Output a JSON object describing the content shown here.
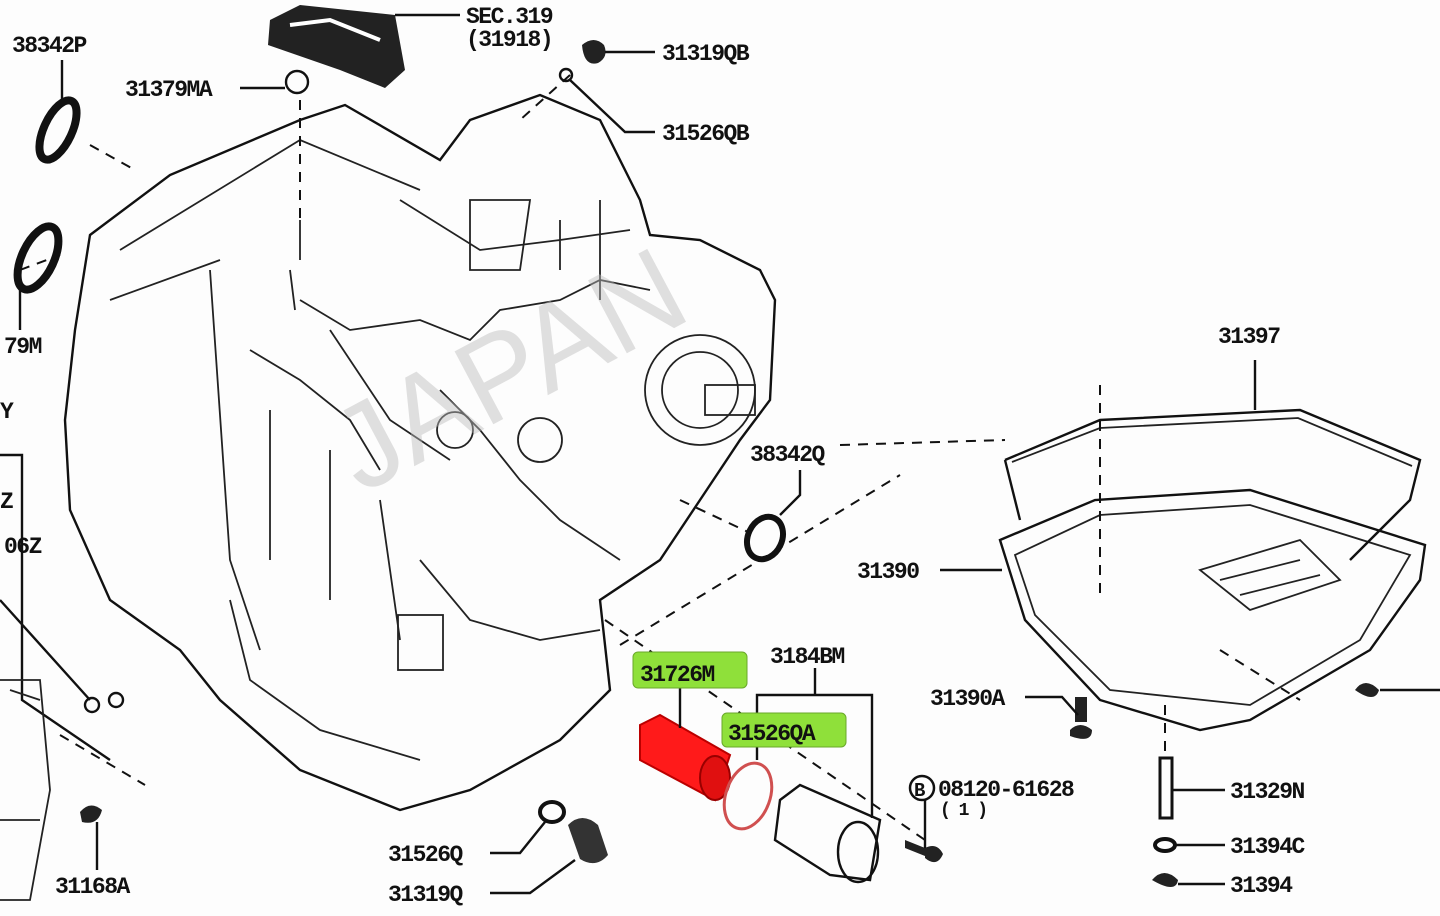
{
  "watermark": "JAPAN",
  "labels": {
    "p38342P": "38342P",
    "sec319": "SEC.319",
    "sec319sub": "(31918)",
    "p31319QB": "31319QB",
    "p31379MA": "31379MA",
    "p31526QB": "31526QB",
    "p79M": "79M",
    "pY": "Y",
    "pZ": "Z",
    "p06Z": "06Z",
    "p31397": "31397",
    "p38342Q": "38342Q",
    "p31390": "31390",
    "p31726M": "31726M",
    "p3184BM": "3184BM",
    "p31526QA": "31526QA",
    "p31390A": "31390A",
    "bolt": "08120-61628",
    "boltQty": "( 1 )",
    "boltMark": "B",
    "p31329N": "31329N",
    "p31526Q": "31526Q",
    "p31394C": "31394C",
    "p31168A": "31168A",
    "p31319Q": "31319Q",
    "p31394": "31394"
  },
  "colors": {
    "highlight_label": "#8fe03a",
    "filter": "#ff1a1a",
    "oring": "#d05050"
  }
}
